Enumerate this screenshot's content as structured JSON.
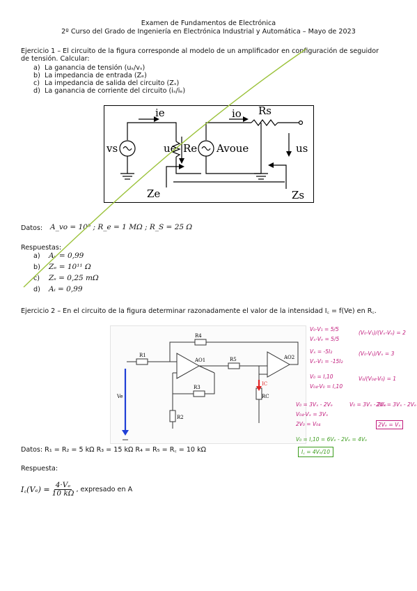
{
  "header": {
    "title": "Examen de Fundamentos de Electrónica",
    "subtitle": "2º Curso del Grado de Ingeniería en Electrónica Industrial y Automática – Mayo de 2023"
  },
  "ex1": {
    "intro_line1": "Ejercicio 1 – El circuito de la figura corresponde al modelo de un amplificador en configuración de seguidor",
    "intro_line2": "de tensión. Calcular:",
    "items": [
      {
        "label": "a)",
        "text": "La ganancia de tensión (uₛ/vₛ)"
      },
      {
        "label": "b)",
        "text": "La impedancia de entrada (Zₑ)"
      },
      {
        "label": "c)",
        "text": "La impedancia de salida del circuito (Zₛ)"
      },
      {
        "label": "d)",
        "text": "La ganancia de corriente del circuito (iₛ/iₑ)"
      }
    ],
    "circuit": {
      "ie": "ie",
      "io": "io",
      "Rs": "Rs",
      "vs": "vs",
      "ue": "ue",
      "Re": "Re",
      "source": "Avoue",
      "us": "us",
      "Ze": "Ze",
      "Zs": "Zs"
    },
    "datos_label": "Datos:",
    "datos": "A_vo = 10⁵ ;  R_e = 1 MΩ ; R_S = 25 Ω",
    "respuestas_label": "Respuestas:",
    "answers": [
      {
        "label": "a)",
        "text": "Aᵥ = 0,99"
      },
      {
        "label": "b)",
        "text": "Zₑ = 10¹¹ Ω"
      },
      {
        "label": "c)",
        "text": "Zₛ = 0,25 mΩ"
      },
      {
        "label": "d)",
        "text": "Aᵢ = 0,99"
      }
    ]
  },
  "ex2": {
    "intro": "Ejercicio 2 – En el circuito de la figura determinar razonadamente el valor de la intensidad I꜀ = f(Ve) en R꜀.",
    "circuit": {
      "R1": "R1",
      "R2": "R2",
      "R3": "R3",
      "R4": "R4",
      "R5": "R5",
      "RC": "RC",
      "AO1": "AO1",
      "AO2": "AO2",
      "Ve": "Ve",
      "IC": "IC"
    },
    "datos": "Datos: R₁ = R₂ = 5 kΩ R₃ = 15 kΩ R₄ = R₅ = R꜀ = 10 kΩ",
    "respuesta_label": "Respuesta:",
    "answer_lhs": "I꜀(Vₑ) =",
    "answer_num": "4·Vₑ",
    "answer_den": "10 kΩ",
    "answer_units": ", expresado en A"
  },
  "notes": {
    "lines": [
      "V₀-V₁ = 5/5",
      "Vₓ-Vₑ = 5/5",
      "Vₓ = -5I₂",
      "Vₓ-V₁ = -15I₂",
      "V₀ = I꜀10",
      "V₀₄-V₀ = I꜀10",
      "V₀ = 3Vₓ - 2Vₑ",
      "V₀₄-Vₓ = 3Vₓ",
      "2V₀ = V₀₄",
      "V₀ = I꜀10 = 6Vₑ - 2Vₑ = 4Vₑ",
      "I꜀ = 4Vₑ/10"
    ],
    "margin": [
      "(V₀-V₁)/(Vₓ-Vₑ) = 2",
      "(V₀-V₁)/Vₓ = 3",
      "V₀/(V₀₄-V₀) = 1",
      "V₀ = 3Vₓ - 2Vₑ",
      "2Vₓ = 3Vₓ - 2Vₑ",
      "2Vₑ = Vₓ"
    ]
  },
  "colors": {
    "annotation_pink": "#c0187a",
    "annotation_green": "#3a9b1a",
    "arrow_blue": "#1f3fd6",
    "arrow_red": "#e02424"
  }
}
